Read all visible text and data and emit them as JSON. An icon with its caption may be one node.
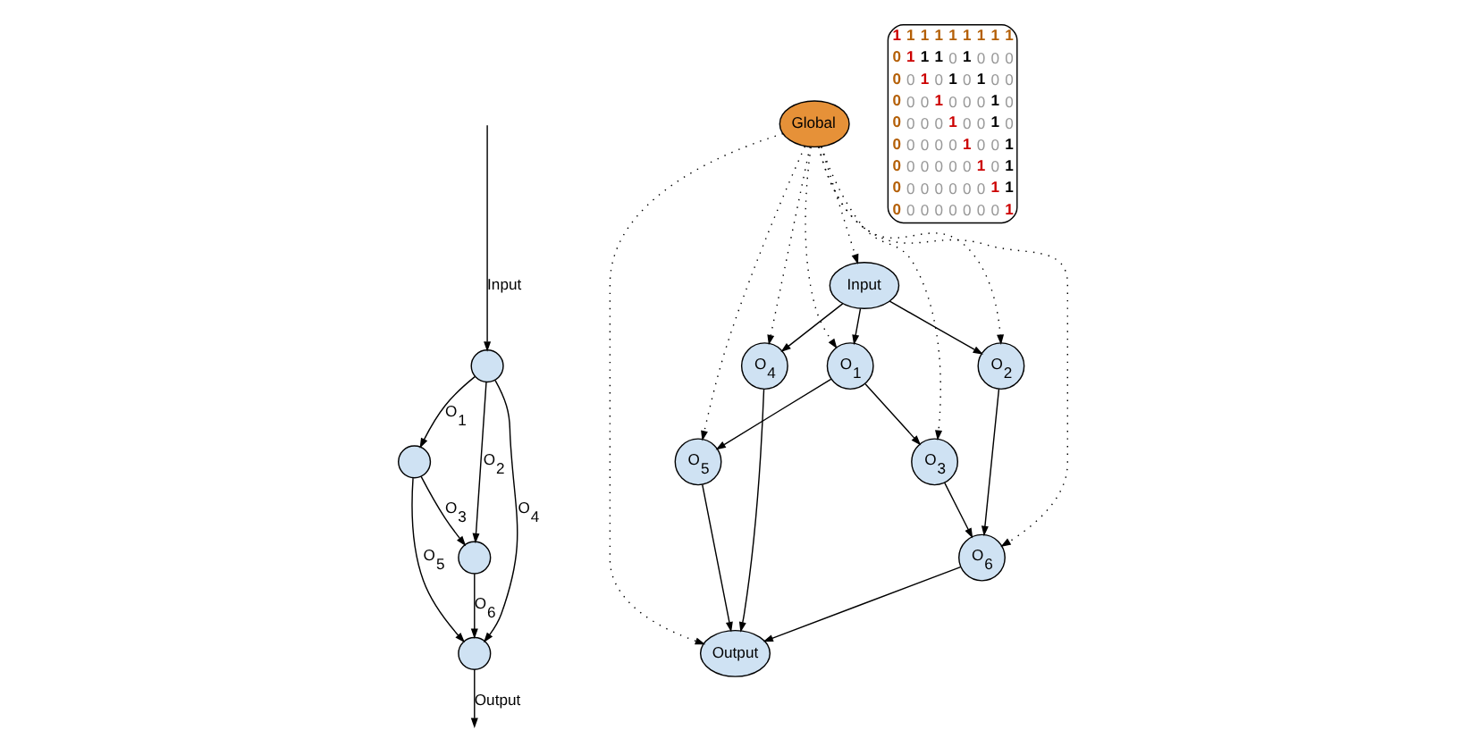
{
  "diagram": {
    "nodes": [
      {
        "text": [],
        "shape": "circle"
      },
      {
        "text": [],
        "shape": "circle"
      },
      {
        "text": [],
        "shape": "circle"
      },
      {
        "text": [],
        "shape": "circle"
      },
      {
        "text": [
          "Global"
        ]
      },
      {
        "text": [
          "Input"
        ]
      },
      {
        "text": [
          "O$_{1}$"
        ]
      },
      {
        "text": [
          "O$_{2}$"
        ]
      },
      {
        "text": [
          "O$_{4}$"
        ]
      },
      {
        "text": [
          "O$_{3}$"
        ]
      },
      {
        "text": [
          "O$_{5}$"
        ]
      },
      {
        "text": [
          "O$_{6}$"
        ]
      },
      {
        "text": [
          "Output"
        ]
      }
    ],
    "edges": [
      {
        "from": null,
        "to": 0,
        "arrow": "to",
        "label": "Input"
      },
      {
        "from": 0,
        "to": 1,
        "arrow": "to",
        "label": "O$_{1}$"
      },
      {
        "from": 0,
        "to": 2,
        "arrow": "to",
        "label": "O$_{2}$"
      },
      {
        "from": 1,
        "to": 2,
        "arrow": "to",
        "label": "O$_{3}$"
      },
      {
        "from": 0,
        "to": 3,
        "arrow": "to",
        "label": "O$_{4}$"
      },
      {
        "from": 1,
        "to": 3,
        "arrow": "to",
        "label": "O$_{5}$"
      },
      {
        "from": 2,
        "to": 3,
        "arrow": "to",
        "label": "O$_{6}$"
      },
      {
        "from": 3,
        "to": null,
        "arrow": "to",
        "label": "Output"
      },
      {
        "from": 5,
        "to": 6,
        "arrow": "to"
      },
      {
        "from": 5,
        "to": 7,
        "arrow": "to"
      },
      {
        "from": 5,
        "to": 8,
        "arrow": "to"
      },
      {
        "from": 6,
        "to": 10,
        "arrow": "to"
      },
      {
        "from": 6,
        "to": 9,
        "arrow": "to"
      },
      {
        "from": 7,
        "to": 11,
        "arrow": "to"
      },
      {
        "from": 9,
        "to": 11,
        "arrow": "to"
      },
      {
        "from": 8,
        "to": 12,
        "arrow": "to"
      },
      {
        "from": 10,
        "to": 12,
        "arrow": "to"
      },
      {
        "from": 11,
        "to": 12,
        "arrow": "to"
      },
      {
        "from": 4,
        "to": 5,
        "arrow": "to",
        "style": "dashed"
      },
      {
        "from": 4,
        "to": 6,
        "arrow": "to",
        "style": "dashed"
      },
      {
        "from": 4,
        "to": 9,
        "arrow": "to",
        "style": "dashed"
      },
      {
        "from": 4,
        "to": 10,
        "arrow": "to",
        "style": "dashed"
      },
      {
        "from": 4,
        "to": 7,
        "arrow": "to",
        "style": "dashed"
      },
      {
        "from": 4,
        "to": 8,
        "arrow": "to",
        "style": "dashed"
      },
      {
        "from": 4,
        "to": 11,
        "arrow": "to",
        "style": "dashed"
      },
      {
        "from": 4,
        "to": 12,
        "arrow": "to",
        "style": "dashed"
      }
    ],
    "labels": [
      "1",
      "1",
      "1",
      "1",
      "1",
      "1",
      "1",
      "1",
      "1",
      "0",
      "1",
      "1",
      "1",
      "0",
      "1",
      "0",
      "0",
      "0",
      "0",
      "0",
      "1",
      "0",
      "1",
      "0",
      "1",
      "0",
      "0",
      "0",
      "0",
      "0",
      "1",
      "0",
      "0",
      "0",
      "1",
      "0",
      "0",
      "0",
      "0",
      "0",
      "1",
      "0",
      "0",
      "1",
      "0",
      "0",
      "0",
      "0",
      "0",
      "0",
      "1",
      "0",
      "0",
      "1",
      "0",
      "0",
      "0",
      "0",
      "0",
      "0",
      "1",
      "0",
      "1",
      "0",
      "0",
      "0",
      "0",
      "0",
      "0",
      "0",
      "1",
      "1",
      "0",
      "0",
      "0",
      "0",
      "0",
      "0",
      "0",
      "0",
      "1"
    ]
  }
}
